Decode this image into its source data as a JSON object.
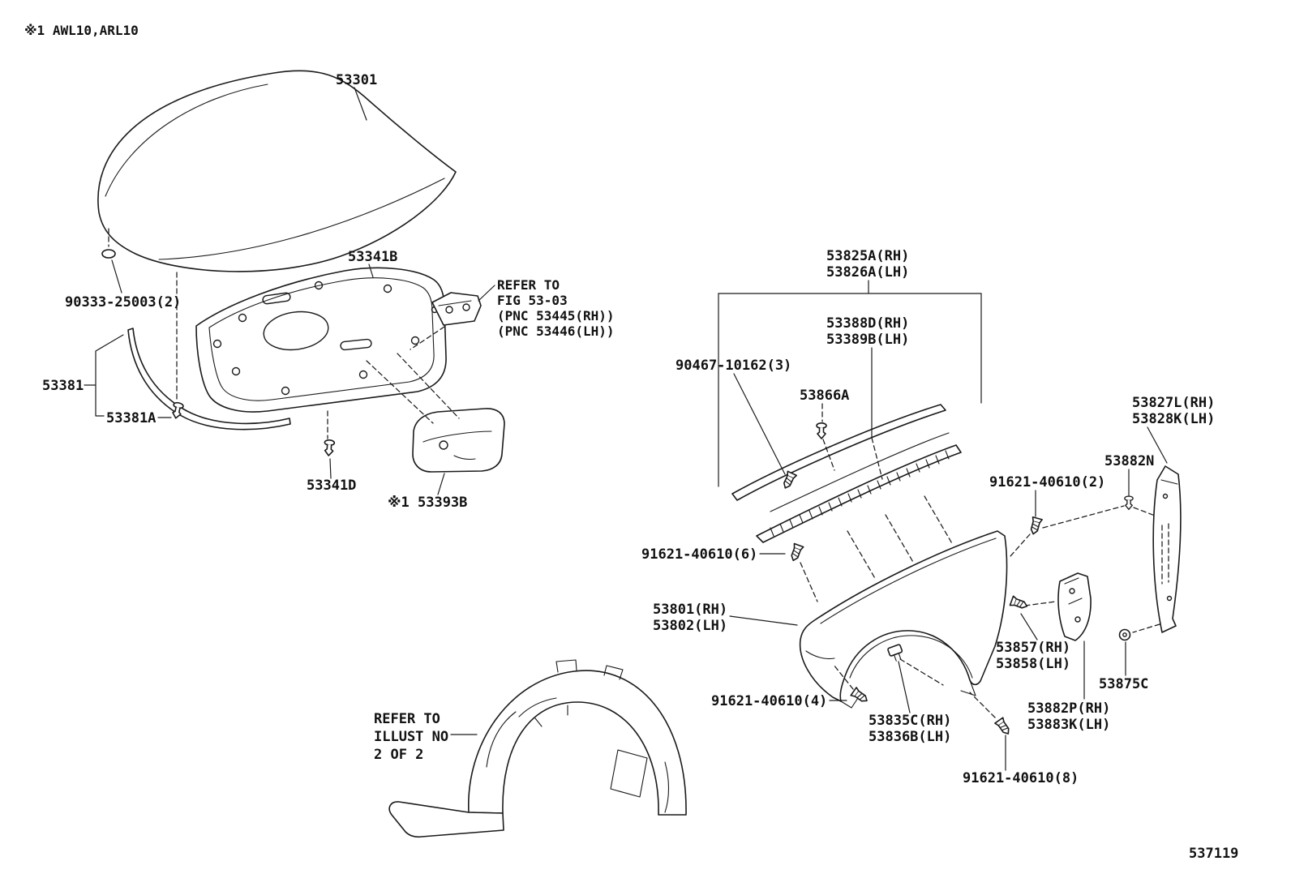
{
  "meta": {
    "note": "※1 AWL10,ARL10",
    "diagram_id": "537119",
    "line_color": "#1a1a1a",
    "background_color": "#ffffff"
  },
  "labels": {
    "hood": "53301",
    "insulator": "53341B",
    "refer_fig": {
      "l1": "REFER TO",
      "l2": "FIG 53-03",
      "l3": "(PNC 53445(RH))",
      "l4": "(PNC 53446(LH))"
    },
    "clip_90333": "90333-25003(2)",
    "seal": "53381",
    "seal_clip": "53381A",
    "clip_53341d": "53341D",
    "plate_53393b": "※1 53393B",
    "cowl_rh": "53825A(RH)",
    "cowl_lh": "53826A(LH)",
    "hseal_rh": "53388D(RH)",
    "hseal_lh": "53389B(LH)",
    "clip_90467": "90467-10162(3)",
    "clip_53866a": "53866A",
    "protector_rh": "53827L(RH)",
    "protector_lh": "53828K(LH)",
    "pad_53882n": "53882N",
    "bolt_x2": "91621-40610(2)",
    "bolt_x6": "91621-40610(6)",
    "fender_rh": "53801(RH)",
    "fender_lh": "53802(LH)",
    "retainer_rh": "53857(RH)",
    "retainer_lh": "53858(LH)",
    "pad_53875c": "53875C",
    "bolt_x4": "91621-40610(4)",
    "brace_rh": "53835C(RH)",
    "brace_lh": "53836B(LH)",
    "pad_rh": "53882P(RH)",
    "pad_lh": "53883K(LH)",
    "bolt_x8": "91621-40610(8)",
    "refer_illust": {
      "l1": "REFER TO",
      "l2": "ILLUST NO",
      "l3": "2 OF 2"
    }
  }
}
